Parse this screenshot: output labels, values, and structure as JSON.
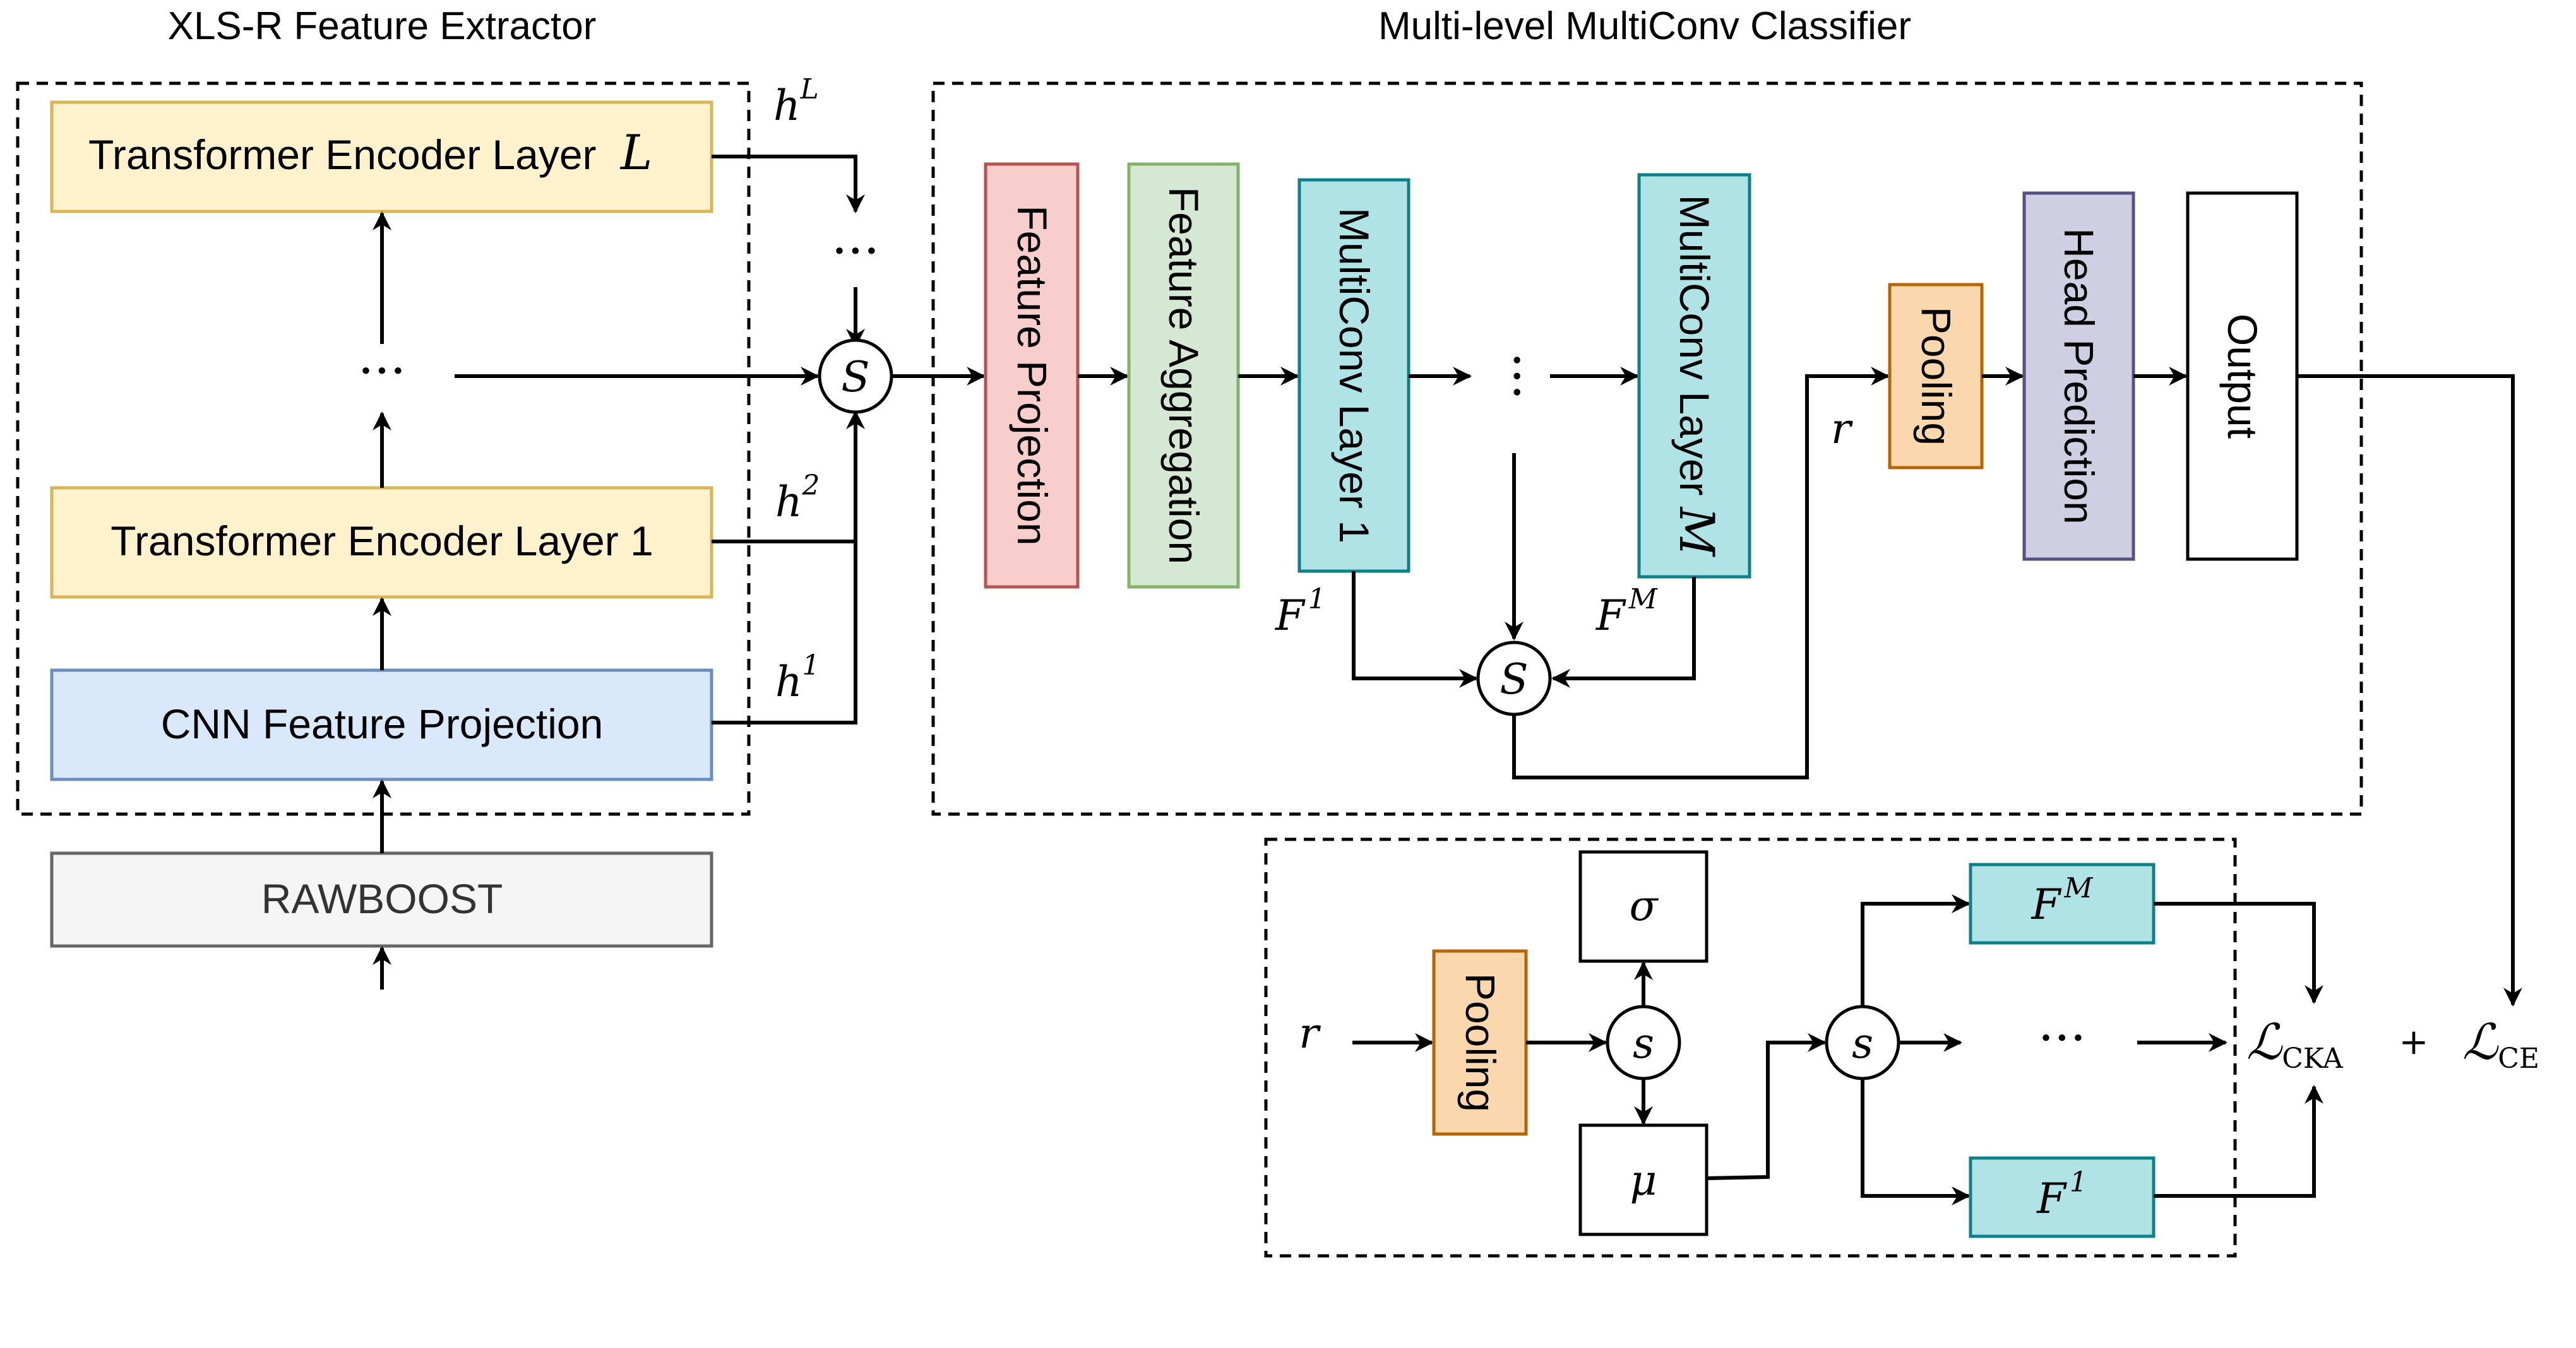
{
  "titles": {
    "extractor": "XLS-R Feature Extractor",
    "classifier": "Multi-level MultiConv Classifier"
  },
  "extractor": {
    "layer_L": "Transformer Encoder Layer",
    "layer_L_sym": "L",
    "layer_1": "Transformer Encoder Layer 1",
    "cnn": "CNN Feature Projection",
    "rawboost": "RAWBOOST",
    "dots": "···"
  },
  "hidden": {
    "h": "h",
    "hL_sup": "L",
    "h2_sup": "2",
    "h1_sup": "1",
    "sum": "S",
    "dots": "···"
  },
  "classifier": {
    "feature_projection": "Feature Projection",
    "feature_aggregation": "Feature Aggregation",
    "multiconv_1": "MultiConv Layer 1",
    "multiconv_M": "MultiConv Layer",
    "multiconv_M_sym": "M",
    "pooling": "Pooling",
    "head_prediction": "Head Prediction",
    "output": "Output",
    "dots": "···",
    "F": "F",
    "F1_sup": "1",
    "FM_sup": "M",
    "sum": "S",
    "r": "r"
  },
  "loss": {
    "r": "r",
    "pooling": "Pooling",
    "s": "s",
    "sigma": "σ",
    "mu": "μ",
    "F": "F",
    "FM_sup": "M",
    "F1_sup": "1",
    "dots": "···",
    "L": "ℒ",
    "cka_sub": "CKA",
    "plus": "+",
    "ce_sub": "CE"
  },
  "colors": {
    "yellow": "#fff2cc",
    "blue": "#dae8fc",
    "gray": "#f5f5f5",
    "red": "#f8cecc",
    "green": "#d5e8d4",
    "teal": "#b0e3e6",
    "orange": "#fad7ac",
    "purple": "#d0cee2"
  },
  "waveform_icon": "audio-waveform-icon"
}
